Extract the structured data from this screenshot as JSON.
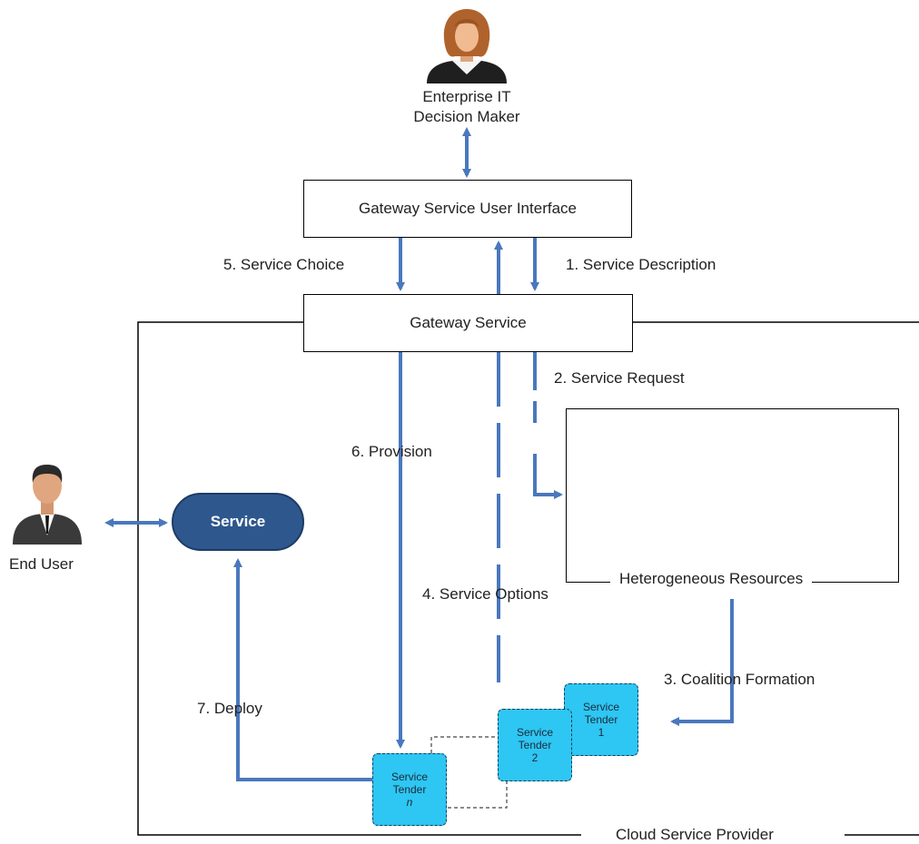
{
  "people": {
    "decision_maker": "Enterprise IT\nDecision Maker",
    "end_user": "End User"
  },
  "boxes": {
    "gateway_ui": "Gateway Service User Interface",
    "gateway_service": "Gateway Service",
    "service": "Service",
    "resources": "Heterogeneous Resources",
    "provider": "Cloud Service Provider"
  },
  "steps": {
    "s1": "1. Service Description",
    "s2": "2. Service Request",
    "s3": "3. Coalition Formation",
    "s4": "4. Service Options",
    "s5": "5. Service Choice",
    "s6": "6. Provision",
    "s7": "7. Deploy"
  },
  "tenders": [
    {
      "line1": "Service",
      "line2": "Tender",
      "num": "1"
    },
    {
      "line1": "Service",
      "line2": "Tender",
      "num": "2"
    },
    {
      "line1": "Service",
      "line2": "Tender",
      "num": "n"
    }
  ],
  "colors": {
    "arrow": "#4a78bd",
    "tender": "#2ec6f2",
    "service_pill": "#2e578d",
    "resource_green": "#1e7a5c",
    "resource_blue": "#1f5ca8"
  },
  "icons": {
    "decision_maker": "businesswoman-icon",
    "end_user": "businessman-icon",
    "resource_grid_1": "green-server-grid-icon",
    "resource_grid_2": "blue-server-grid-icon"
  }
}
